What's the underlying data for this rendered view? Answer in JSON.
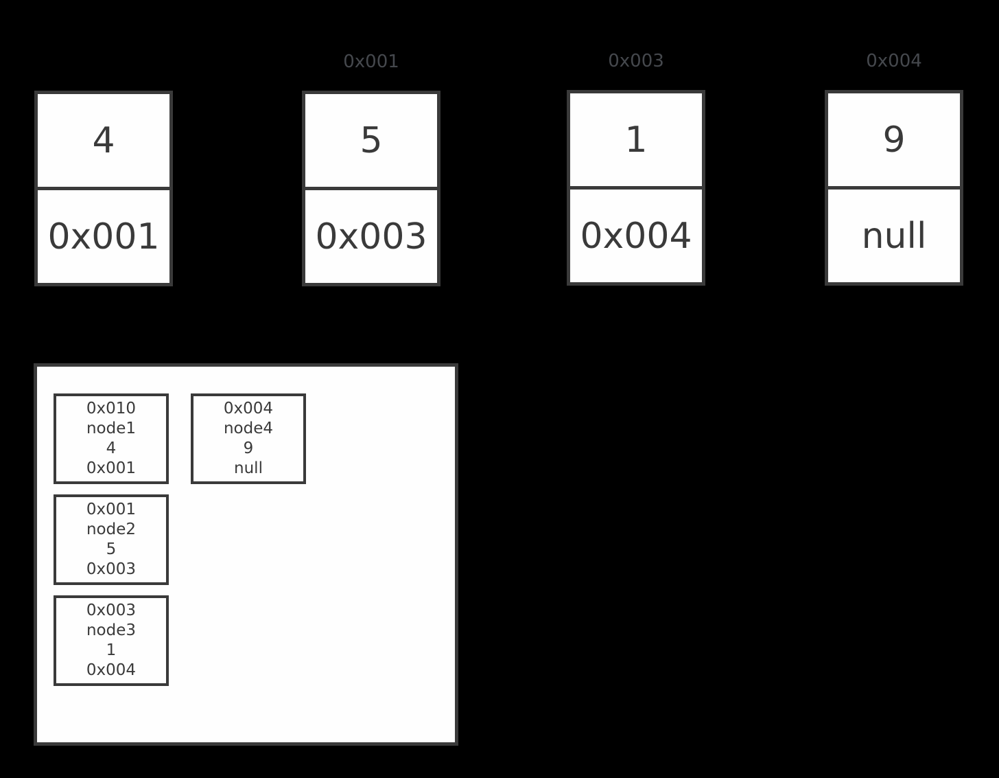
{
  "colors": {
    "background": "#000000",
    "box_fill": "#fefefe",
    "border": "#3a3a3a",
    "text": "#3a3a3a",
    "address_label": "#45484d"
  },
  "list_nodes": [
    {
      "label": "",
      "value": "4",
      "next": "0x001"
    },
    {
      "label": "0x001",
      "value": "5",
      "next": "0x003"
    },
    {
      "label": "0x003",
      "value": "1",
      "next": "0x004"
    },
    {
      "label": "0x004",
      "value": "9",
      "next": "null"
    }
  ],
  "memory": {
    "records": [
      {
        "address": "0x010",
        "name": "node1",
        "value": "4",
        "next": "0x001"
      },
      {
        "address": "0x004",
        "name": "node4",
        "value": "9",
        "next": "null"
      },
      {
        "address": "0x001",
        "name": "node2",
        "value": "5",
        "next": "0x003"
      },
      {
        "address": "0x003",
        "name": "node3",
        "value": "1",
        "next": "0x004"
      }
    ]
  }
}
